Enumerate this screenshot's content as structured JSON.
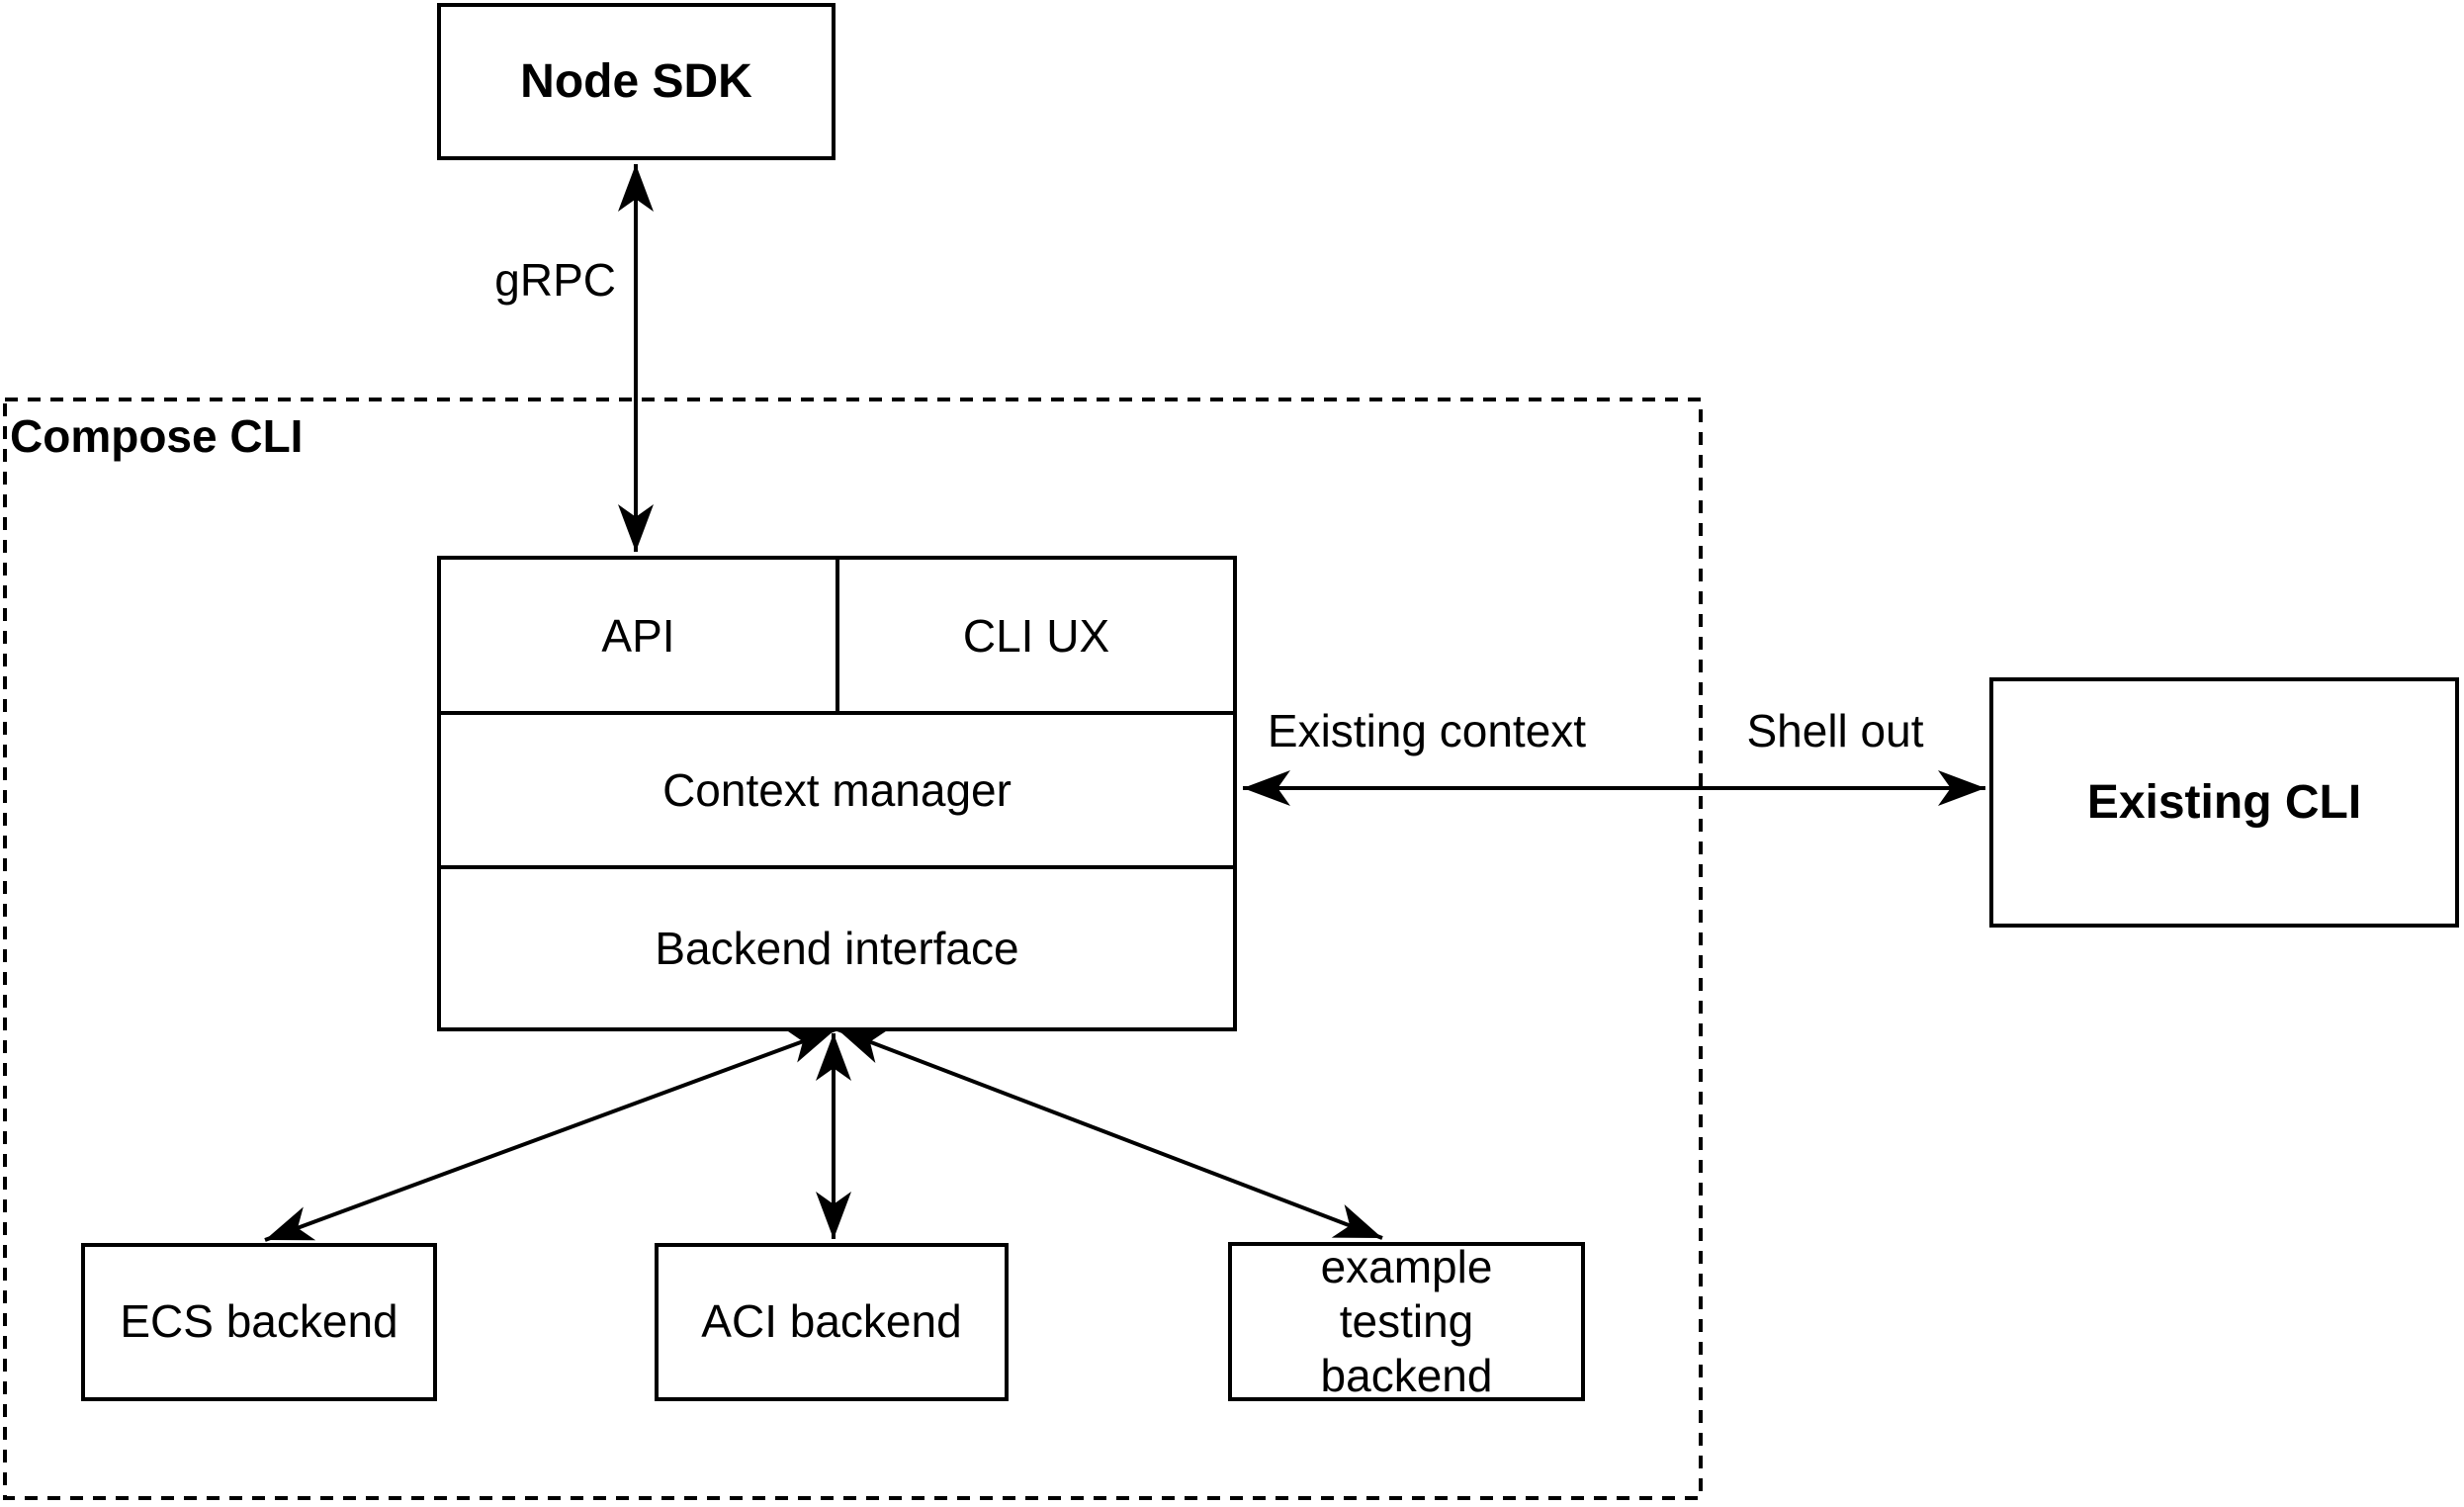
{
  "diagram": {
    "container": {
      "label": "Compose CLI"
    },
    "nodes": {
      "node_sdk": {
        "label": "Node SDK"
      },
      "api": {
        "label": "API"
      },
      "cli_ux": {
        "label": "CLI UX"
      },
      "context_manager": {
        "label": "Context manager"
      },
      "backend_interface": {
        "label": "Backend interface"
      },
      "existing_cli": {
        "label": "Existing CLI"
      },
      "ecs_backend": {
        "label": "ECS backend"
      },
      "aci_backend": {
        "label": "ACI backend"
      },
      "example_testing_backend": {
        "label": "example testing backend"
      }
    },
    "edges": {
      "grpc": {
        "label": "gRPC"
      },
      "existing_context": {
        "label": "Existing context"
      },
      "shell_out": {
        "label": "Shell out"
      }
    },
    "colors": {
      "stroke": "#000000",
      "background": "#ffffff"
    }
  }
}
